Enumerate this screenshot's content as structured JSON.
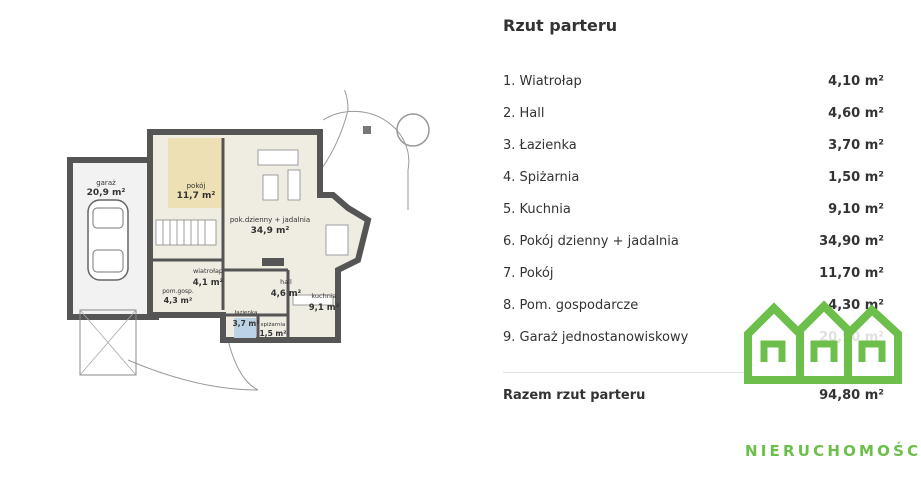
{
  "panel": {
    "title": "Rzut parteru",
    "rooms": [
      {
        "name": "1. Wiatrołap",
        "area": "4,10 m²"
      },
      {
        "name": "2. Hall",
        "area": "4,60 m²"
      },
      {
        "name": "3. Łazienka",
        "area": "3,70 m²"
      },
      {
        "name": "4. Spiżarnia",
        "area": "1,50 m²"
      },
      {
        "name": "5. Kuchnia",
        "area": "9,10 m²"
      },
      {
        "name": "6. Pokój dzienny + jadalnia",
        "area": "34,90 m²"
      },
      {
        "name": "7. Pokój",
        "area": "11,70 m²"
      },
      {
        "name": "8. Pom. gospodarcze",
        "area": "4,30 m²"
      },
      {
        "name": "9. Garaż jednostanowiskowy",
        "area": "20,90 m²"
      }
    ],
    "total": {
      "label": "Razem rzut parteru",
      "area": "94,80 m²"
    }
  },
  "plan": {
    "labels": {
      "garage": "garaż",
      "garage_area": "20,9 m²",
      "room": "pokój",
      "room_area": "11,7 m²",
      "living": "pok.dzienny + jadalnia",
      "living_area": "34,9 m²",
      "vestibule": "wiatrołap",
      "vestibule_area": "4,1 m²",
      "utility": "pom.gosp.",
      "utility_area": "4,3 m²",
      "hall": "hall",
      "hall_area": "4,6 m²",
      "kitchen": "kuchnia",
      "kitchen_area": "9,1 m²",
      "bath": "łazienka",
      "bath_area": "3,7 m²",
      "pantry": "spiżarnia",
      "pantry_area": "1,5 m²"
    }
  },
  "brand": {
    "name": "NIERUCHOMOŚCI",
    "color": "#6cbf4a",
    "logo_icon": "houses-logo-icon"
  }
}
